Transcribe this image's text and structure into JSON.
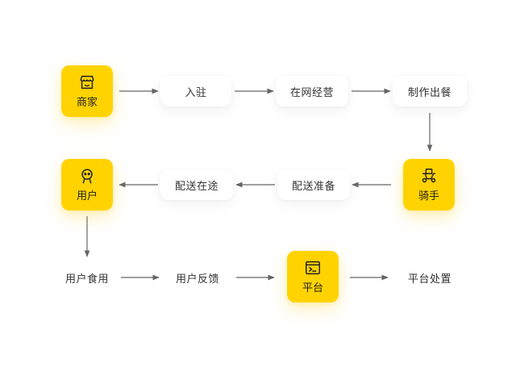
{
  "colors": {
    "accent": "#FFD300",
    "arrow": "#666666",
    "text": "#333333"
  },
  "nodes": {
    "merchant": {
      "label": "商家",
      "icon": "store-icon"
    },
    "settle_in": {
      "label": "入驻"
    },
    "operate_online": {
      "label": "在网经营"
    },
    "prepare_meal": {
      "label": "制作出餐"
    },
    "rider": {
      "label": "骑手",
      "icon": "scooter-icon"
    },
    "ready_delivery": {
      "label": "配送准备"
    },
    "in_transit": {
      "label": "配送在途"
    },
    "user": {
      "label": "用户",
      "icon": "user-face-icon"
    },
    "user_eat": {
      "label": "用户食用"
    },
    "user_feedback": {
      "label": "用户反馈"
    },
    "platform": {
      "label": "平台",
      "icon": "terminal-icon"
    },
    "platform_handle": {
      "label": "平台处置"
    }
  }
}
